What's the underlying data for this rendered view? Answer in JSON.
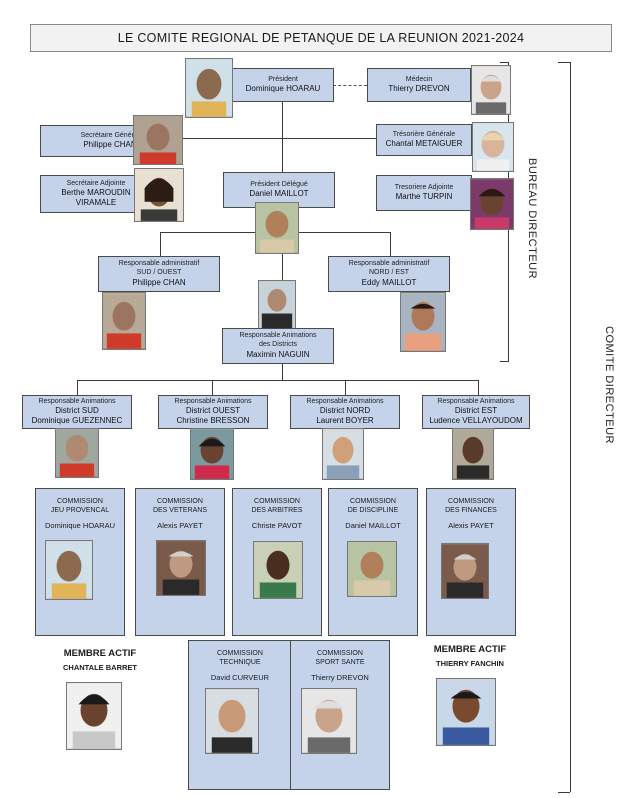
{
  "title": "LE COMITE REGIONAL DE PETANQUE DE LA REUNION 2021-2024",
  "side_labels": {
    "bureau": "BUREAU DIRECTEUR",
    "comite": "COMITE DIRECTEUR"
  },
  "bureau": {
    "president": {
      "role": "Président",
      "name": "Dominique HOARAU"
    },
    "medecin": {
      "role": "Médecin",
      "name": "Thierry DREVON"
    },
    "secretaire": {
      "role": "Secrétaire Général",
      "name": "Philippe CHAN"
    },
    "tresoriere": {
      "role": "Trésorière Générale",
      "name": "Chantal METAIGUER"
    },
    "secretaire_adjointe": {
      "role": "Secrétaire Adjointe",
      "name1": "Berthe MAROUDIN",
      "name2": "VIRAMALE"
    },
    "president_delegue": {
      "role": "Président Délégué",
      "name": "Daniel MAILLOT"
    },
    "tresoriere_adjointe": {
      "role": "Tresoriere Adjointe",
      "name": "Marthe TURPIN"
    }
  },
  "admin": {
    "sud_ouest": {
      "role1": "Responsable administratif",
      "role2": "SUD / OUEST",
      "name": "Philippe CHAN"
    },
    "nord_est": {
      "role1": "Responsable administratif",
      "role2": "NORD / EST",
      "name": "Eddy MAILLOT"
    },
    "animations": {
      "role1": "Responsable Animations",
      "role2": "des Districts",
      "name": "Maximin NAGUIN"
    }
  },
  "districts": [
    {
      "role": "Responsable Animations",
      "district": "District SUD",
      "name": "Dominique GUEZENNEC"
    },
    {
      "role": "Responsable Animations",
      "district": "District OUEST",
      "name": "Christine BRESSON"
    },
    {
      "role": "Responsable Animations",
      "district": "District NORD",
      "name": "Laurent BOYER"
    },
    {
      "role": "Responsable Animations",
      "district": "District EST",
      "name": "Ludence VELLAYOUDOM"
    }
  ],
  "commissions": [
    {
      "l1": "COMMISSION",
      "l2": "JEU PROVENCAL",
      "name": "Dominique HOARAU"
    },
    {
      "l1": "COMMISSION",
      "l2": "DES VETERANS",
      "name": "Alexis PAYET"
    },
    {
      "l1": "COMMISSION",
      "l2": "DES ARBITRES",
      "name": "Christe PAVOT"
    },
    {
      "l1": "COMMISSION",
      "l2": "DE DISCIPLINE",
      "name": "Daniel MAILLOT"
    },
    {
      "l1": "COMMISSION",
      "l2": "DES FINANCES",
      "name": "Alexis PAYET"
    },
    {
      "l1": "COMMISSION",
      "l2": "TECHNIQUE",
      "name": "David CURVEUR"
    },
    {
      "l1": "COMMISSION",
      "l2": "SPORT SANTE",
      "name": "Thierry DREVON"
    }
  ],
  "members": [
    {
      "title": "MEMBRE ACTIF",
      "name": "CHANTALE BARRET"
    },
    {
      "title": "MEMBRE ACTIF",
      "name": "THIERRY FANCHIN"
    }
  ],
  "colors": {
    "box": "#c5d3ea",
    "border": "#4a4a4a"
  }
}
